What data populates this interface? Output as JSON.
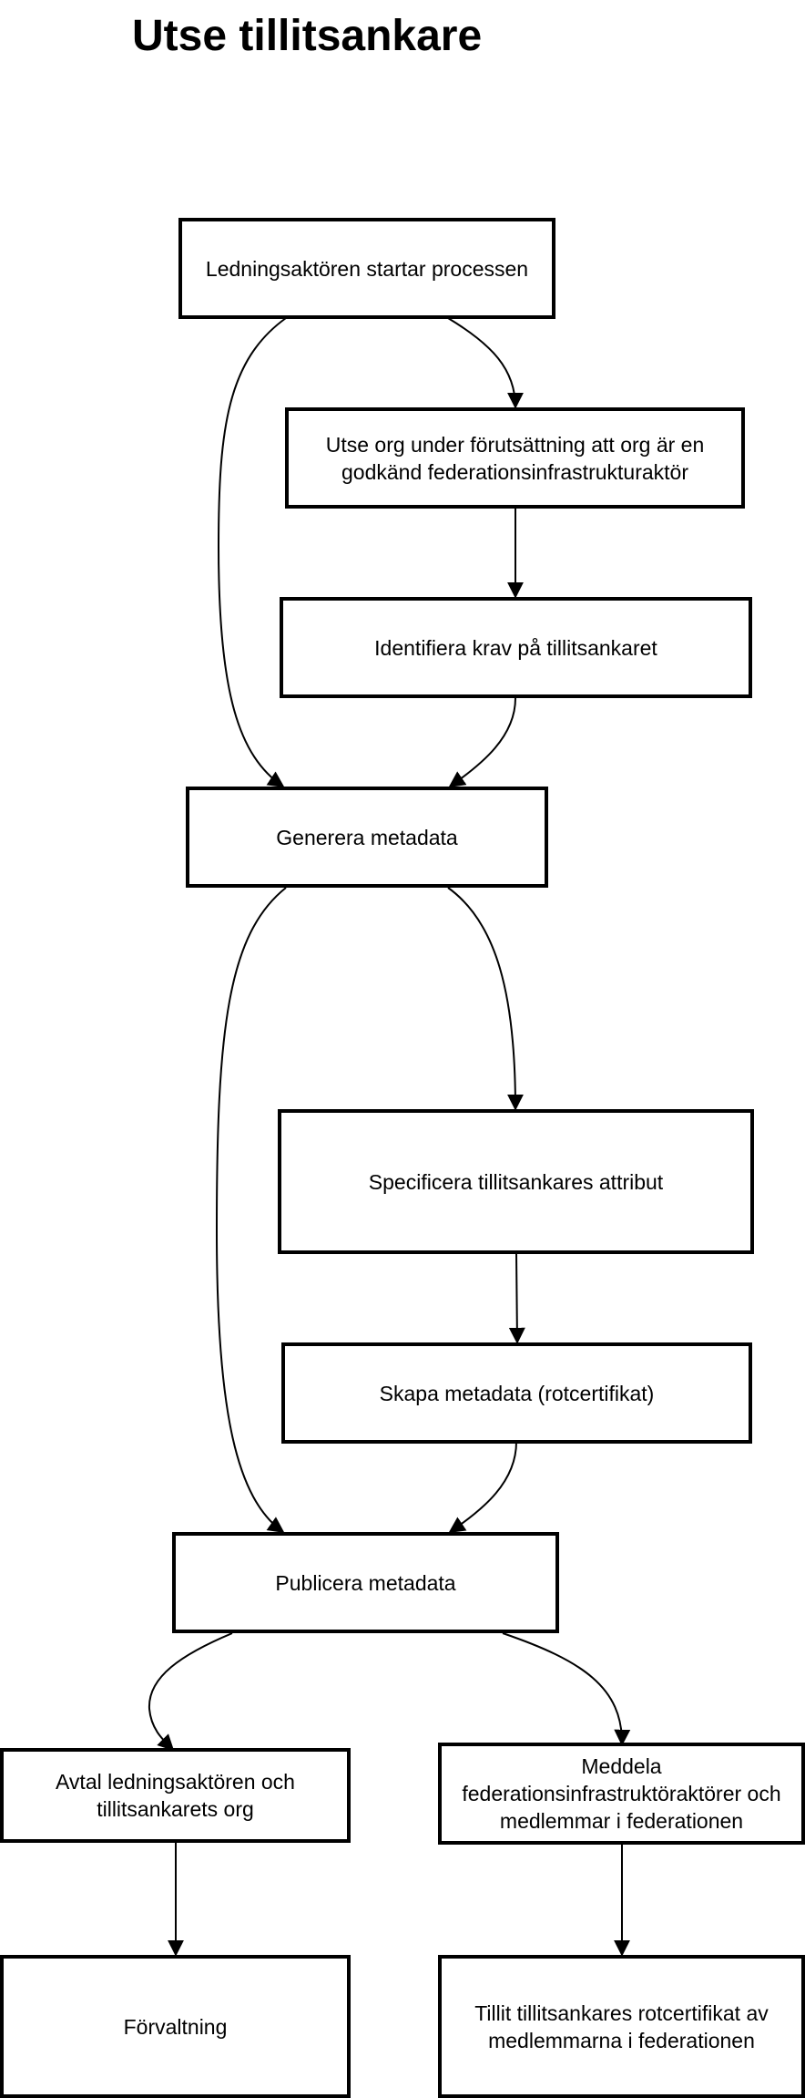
{
  "diagram": {
    "title": "Utse tillitsankare",
    "nodes": [
      {
        "id": "n1",
        "label": "Ledningsaktören startar processen"
      },
      {
        "id": "n2",
        "label": "Utse org under förutsättning att org är en godkänd federationsinfrastrukturaktör"
      },
      {
        "id": "n3",
        "label": "Identifiera krav på tillitsankaret"
      },
      {
        "id": "n4",
        "label": "Generera metadata"
      },
      {
        "id": "n5",
        "label": "Specificera tillitsankares attribut"
      },
      {
        "id": "n6",
        "label": "Skapa metadata (rotcertifikat)"
      },
      {
        "id": "n7",
        "label": "Publicera metadata"
      },
      {
        "id": "n8",
        "label": "Avtal ledningsaktören och tillitsankarets org"
      },
      {
        "id": "n9",
        "label": "Meddela federationsinfrastruktöraktörer och medlemmar i federationen"
      },
      {
        "id": "n10",
        "label": "Förvaltning"
      },
      {
        "id": "n11",
        "label": "Tillit tillitsankares rotcertifikat av medlemmarna i federationen"
      }
    ],
    "edges": [
      {
        "from": "n1",
        "to": "n2"
      },
      {
        "from": "n1",
        "to": "n4"
      },
      {
        "from": "n2",
        "to": "n3"
      },
      {
        "from": "n3",
        "to": "n4"
      },
      {
        "from": "n4",
        "to": "n5"
      },
      {
        "from": "n4",
        "to": "n7"
      },
      {
        "from": "n5",
        "to": "n6"
      },
      {
        "from": "n6",
        "to": "n7"
      },
      {
        "from": "n7",
        "to": "n8"
      },
      {
        "from": "n7",
        "to": "n9"
      },
      {
        "from": "n8",
        "to": "n10"
      },
      {
        "from": "n9",
        "to": "n11"
      }
    ]
  }
}
